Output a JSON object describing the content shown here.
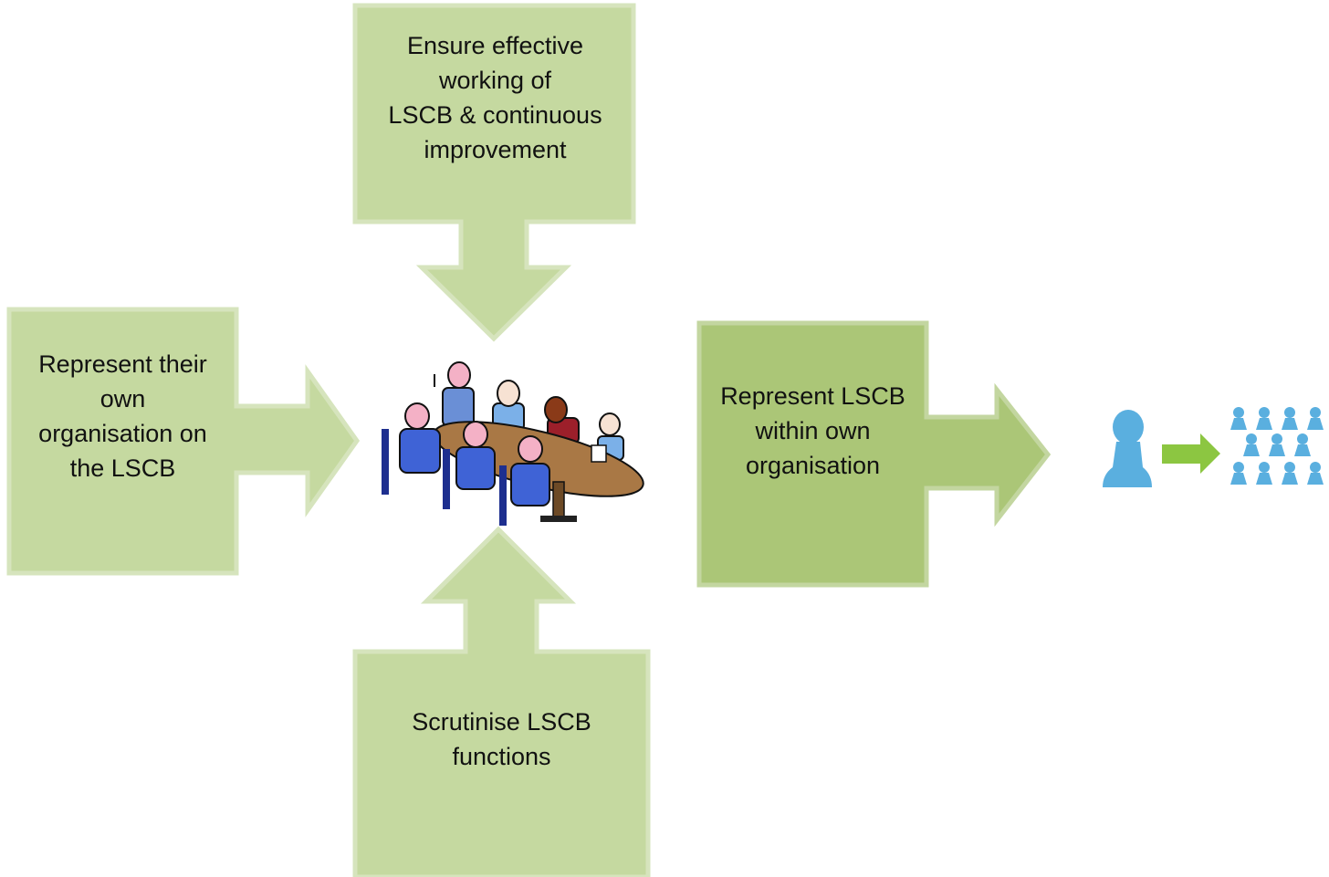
{
  "diagram": {
    "top_box": {
      "text": "Ensure effective\nworking of\nLSCB & continuous\nimprovement"
    },
    "left_box": {
      "text": "Represent their\nown\norganisation on\nthe LSCB"
    },
    "right_box": {
      "text": "Represent LSCB\nwithin own\norganisation"
    },
    "bottom_box": {
      "text": "Scrutinise LSCB\nfunctions"
    }
  },
  "colors": {
    "light_green": "#c5d9a0",
    "dark_green": "#abc677",
    "border_green": "#d6e4bd",
    "person_blue": "#5aafdf",
    "small_arrow_green": "#8cc641",
    "table_brown": "#a97845"
  },
  "icons": {
    "center": "meeting-table-clipart",
    "right": "one-to-many-people-icon"
  }
}
